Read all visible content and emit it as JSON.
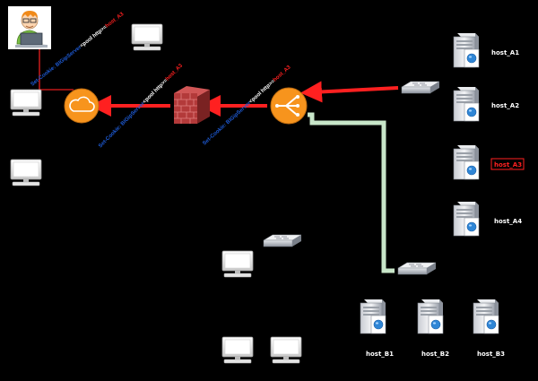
{
  "hosts": {
    "a1": "host_A1",
    "a2": "host_A2",
    "a3": "host_A3",
    "a4": "host_A4",
    "b1": "host_B1",
    "b2": "host_B2",
    "b3": "host_B3"
  },
  "cookie": {
    "prefix": "Set-Cookie: BIGipServer",
    "pool": "<pool http>",
    "eq": "=",
    "target": "host_A3"
  },
  "colors": {
    "background": "#000000",
    "active_path": "#ff2020",
    "standby_path": "#c8e6c9",
    "cloud": "#f7941d",
    "load_balancer": "#f7941d",
    "firewall": "#b33a3a",
    "cookie_prefix": "#1e5bd6",
    "cookie_highlight": "#ff2020"
  },
  "icons": {
    "user": "user-at-laptop-icon",
    "internet": "cloud-icon",
    "firewall": "brick-firewall-icon",
    "load_balancer": "load-balancer-icon",
    "switch": "network-switch-icon",
    "server": "server-icon",
    "workstation": "desktop-computer-icon"
  }
}
